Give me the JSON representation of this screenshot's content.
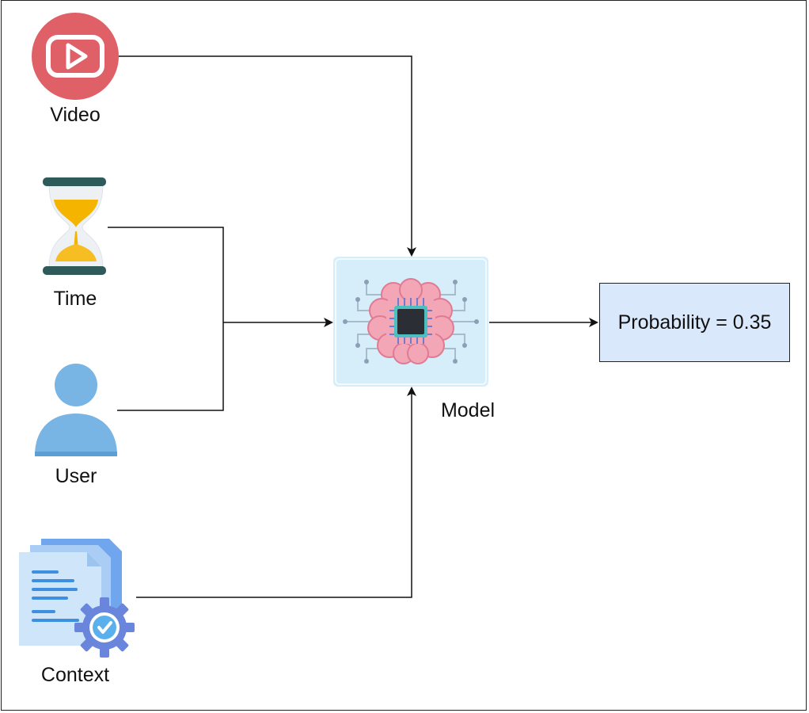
{
  "inputs": {
    "video": {
      "label": "Video",
      "icon": "video-play-icon",
      "color": "#e06068"
    },
    "time": {
      "label": "Time",
      "icon": "hourglass-icon",
      "color": "#f5b400"
    },
    "user": {
      "label": "User",
      "icon": "user-icon",
      "color": "#78b4e4"
    },
    "context": {
      "label": "Context",
      "icon": "document-gear-icon",
      "color": "#8ab4f0"
    }
  },
  "model": {
    "label": "Model",
    "icon": "brain-chip-icon"
  },
  "output": {
    "text": "Probability = 0.35",
    "fill": "#dae8fc"
  }
}
